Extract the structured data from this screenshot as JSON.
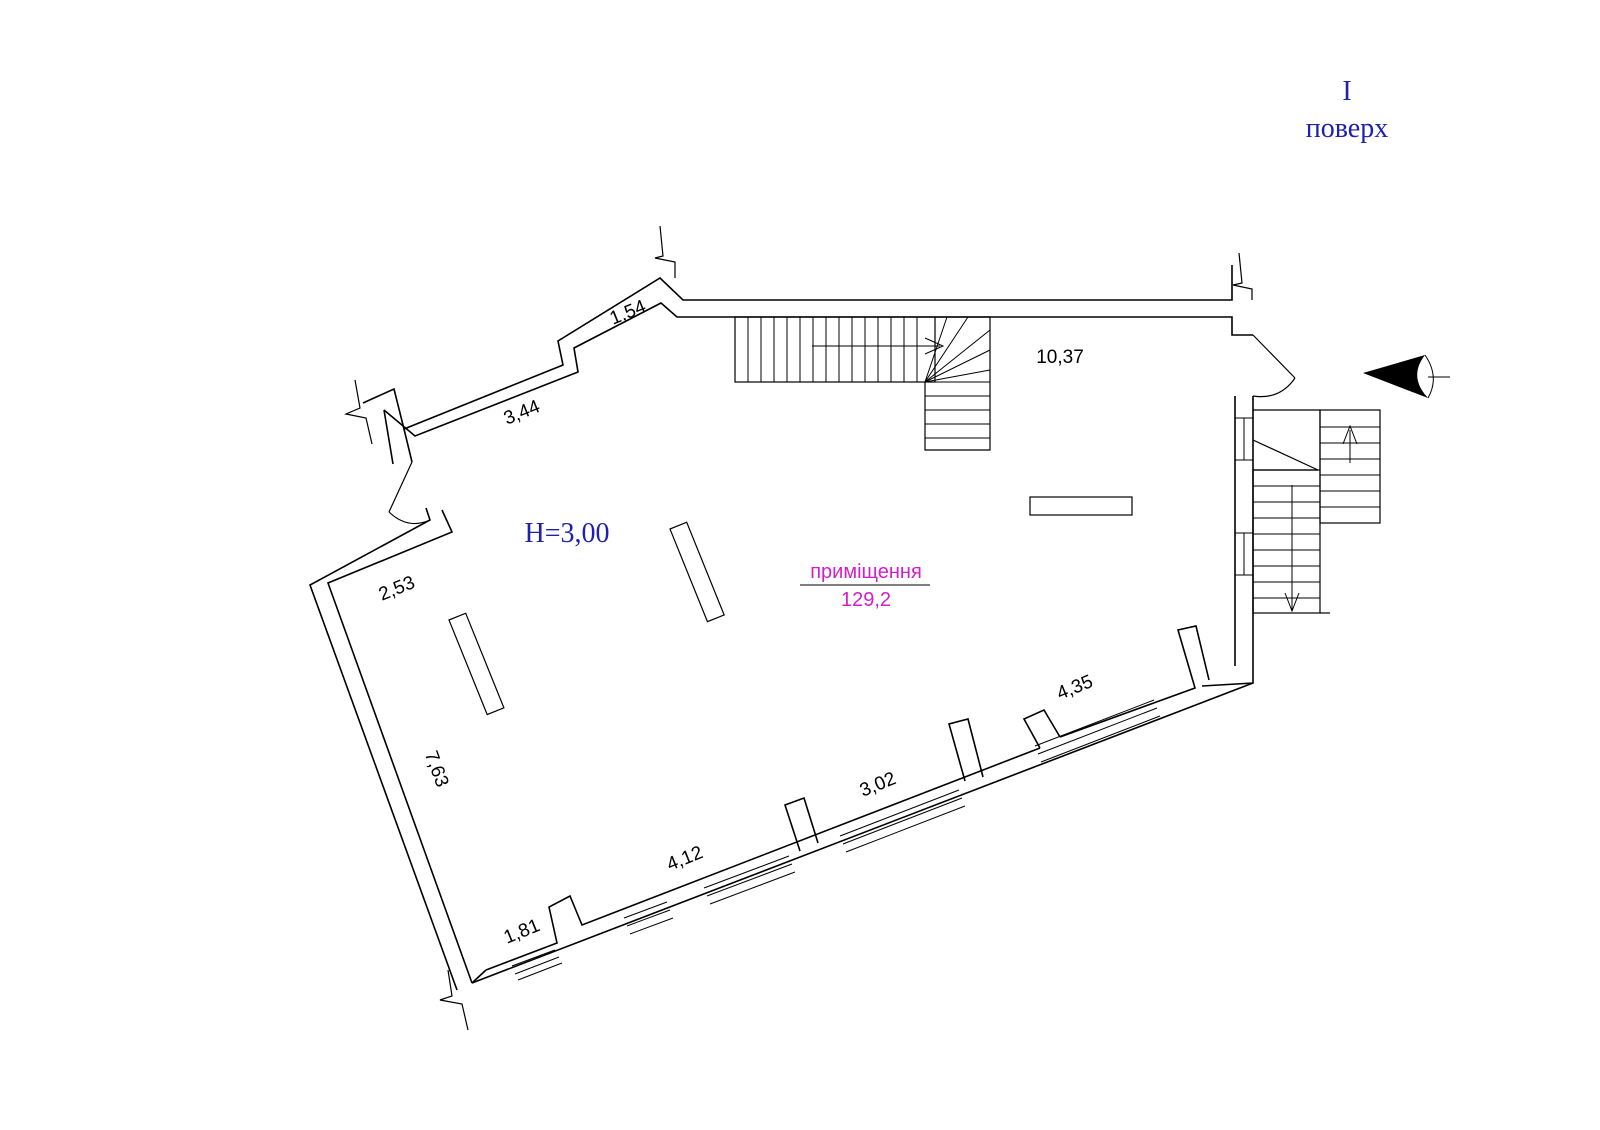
{
  "floor": {
    "number": "I",
    "label": "поверх"
  },
  "height_label": "H=3,00",
  "room": {
    "name": "приміщення",
    "area": "129,2"
  },
  "dimensions": {
    "d_1_54": "1,54",
    "d_3_44": "3,44",
    "d_10_37": "10,37",
    "d_2_53": "2,53",
    "d_7_63": "7,63",
    "d_1_81": "1,81",
    "d_4_12": "4,12",
    "d_3_02": "3,02",
    "d_4_35": "4,35"
  },
  "colors": {
    "line": "#000000",
    "floor_text": "#1f1fb0",
    "height_text": "#1f1fb0",
    "room_text": "#d11fc9"
  }
}
